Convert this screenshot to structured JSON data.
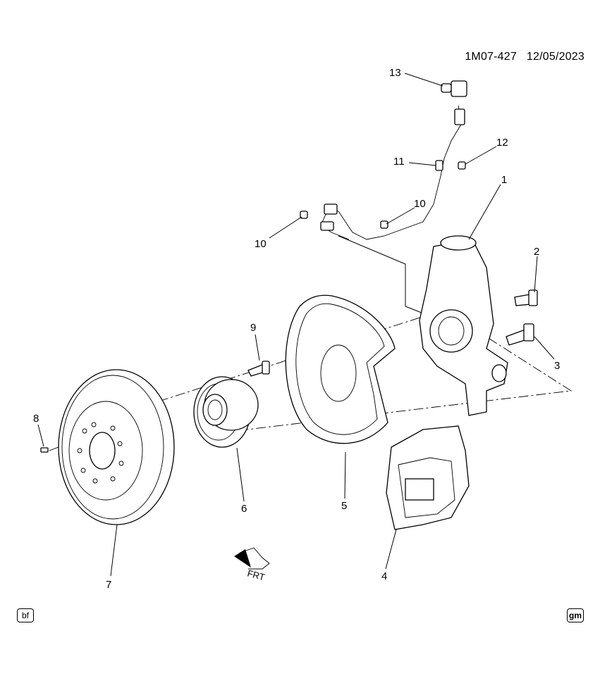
{
  "header": {
    "diagram_id": "1M07-427",
    "date": "12/05/2023"
  },
  "callouts": [
    {
      "number": "1"
    },
    {
      "number": "2"
    },
    {
      "number": "3"
    },
    {
      "number": "4"
    },
    {
      "number": "5"
    },
    {
      "number": "6"
    },
    {
      "number": "7"
    },
    {
      "number": "8"
    },
    {
      "number": "9"
    },
    {
      "number": "10"
    },
    {
      "number": "10"
    },
    {
      "number": "11"
    },
    {
      "number": "12"
    },
    {
      "number": "13"
    }
  ],
  "direction_indicator": {
    "label": "FRT"
  },
  "footer": {
    "left_badge": "bf",
    "right_badge": "gm"
  }
}
